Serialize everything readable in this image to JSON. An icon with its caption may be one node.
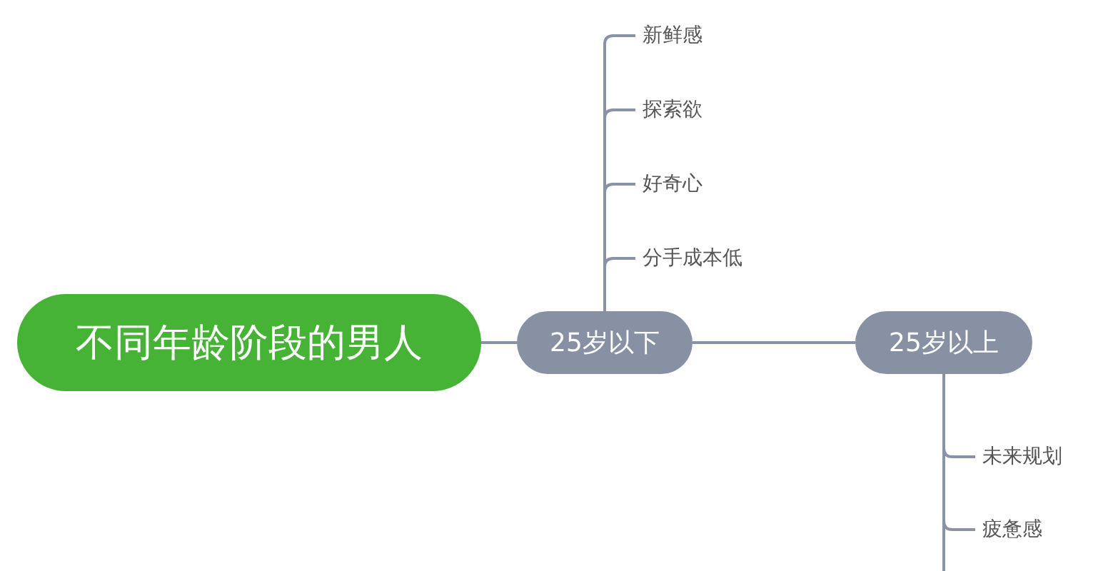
{
  "diagram": {
    "nodes": [
      {
        "text": [
          "不同年龄阶段的男人"
        ]
      },
      {
        "text": [
          "25岁以下"
        ]
      },
      {
        "text": [
          "25岁以上"
        ]
      },
      {
        "text": [
          "新鲜感"
        ]
      },
      {
        "text": [
          "探索欲"
        ]
      },
      {
        "text": [
          "好奇心"
        ]
      },
      {
        "text": [
          "分手成本低"
        ]
      },
      {
        "text": [
          "未来规划"
        ]
      },
      {
        "text": [
          "疲惫感"
        ]
      }
    ],
    "edges": [
      {
        "from": 0,
        "to": 1,
        "arrow": "none"
      },
      {
        "from": 1,
        "to": 2,
        "arrow": "none"
      },
      {
        "from": 1,
        "to": 3,
        "arrow": "none"
      },
      {
        "from": 1,
        "to": 4,
        "arrow": "none"
      },
      {
        "from": 1,
        "to": 5,
        "arrow": "none"
      },
      {
        "from": 1,
        "to": 6,
        "arrow": "none"
      },
      {
        "from": 2,
        "to": 7,
        "arrow": "none"
      },
      {
        "from": 2,
        "to": 8,
        "arrow": "none"
      },
      {
        "from": 2,
        "to": null,
        "arrow": "none"
      }
    ]
  }
}
